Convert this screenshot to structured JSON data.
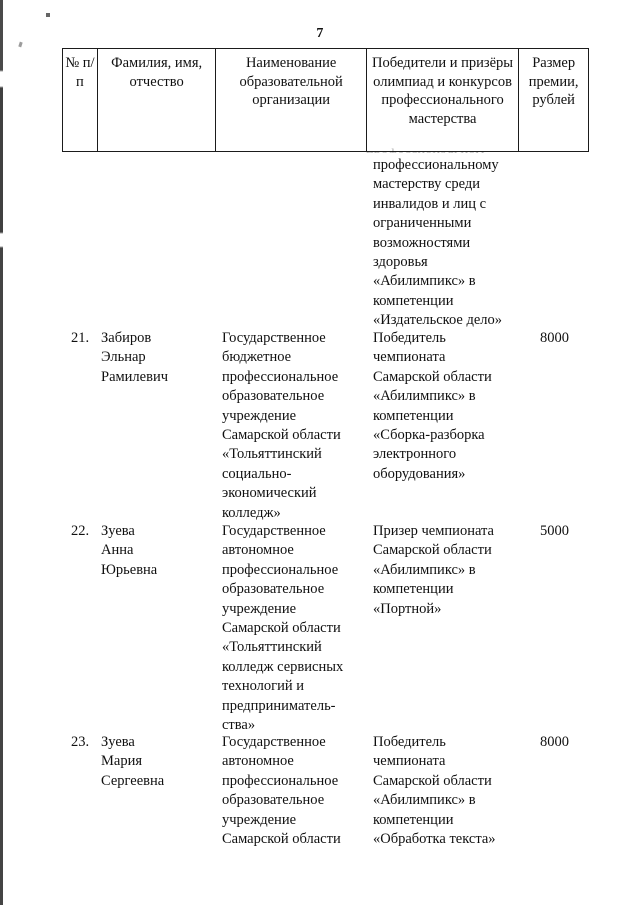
{
  "document": {
    "page_number": "7",
    "type": "scanned-table-page"
  },
  "table": {
    "headers": [
      {
        "key": "num",
        "label": "№\nп/п"
      },
      {
        "key": "name",
        "label": "Фамилия,\nимя, отчество"
      },
      {
        "key": "org",
        "label": "Наименование\nобразовательной\nорганизации"
      },
      {
        "key": "win",
        "label": "Победители и\nпризёры олимпиад и\nконкурсов\nпрофессионального\nмастерства"
      },
      {
        "key": "sum",
        "label": "Размер\nпремии,\nрублей"
      }
    ],
    "continued_row": {
      "num": "",
      "name": "",
      "org": "",
      "win": "профессиональному\nмастерству среди\nинвалидов и лиц с\nограниченными\nвозможностями\nздоровья\n«Абилимпикс» в\nкомпетенции\n«Издательское дело»",
      "sum": ""
    },
    "rows": [
      {
        "num": "21.",
        "name": "Забиров\nЭльнар\nРамилевич",
        "org": "Государственное\nбюджетное\nпрофессиональное\nобразовательное\nучреждение\nСамарской области\n«Тольяттинский\nсоциально-\nэкономический\nколледж»",
        "win": "Победитель\nчемпионата\nСамарской области\n«Абилимпикс» в\nкомпетенции\n«Сборка-разборка\nэлектронного\nоборудования»",
        "sum": "8000"
      },
      {
        "num": "22.",
        "name": "Зуева\nАнна\nЮрьевна",
        "org": "Государственное\nавтономное\nпрофессиональное\nобразовательное\nучреждение\nСамарской области\n«Тольяттинский\nколледж сервисных\nтехнологий и\nпредприниматель-\nства»",
        "win": "Призер чемпионата\nСамарской области\n«Абилимпикс» в\nкомпетенции\n«Портной»",
        "sum": "5000"
      },
      {
        "num": "23.",
        "name": "Зуева\nМария\nСергеевна",
        "org": "Государственное\nавтономное\nпрофессиональное\nобразовательное\nучреждение\nСамарской области",
        "win": "Победитель\nчемпионата\nСамарской области\n«Абилимпикс» в\nкомпетенции\n«Обработка текста»",
        "sum": "8000"
      }
    ]
  },
  "artifacts": {
    "clipped_text": "профессиональном"
  }
}
